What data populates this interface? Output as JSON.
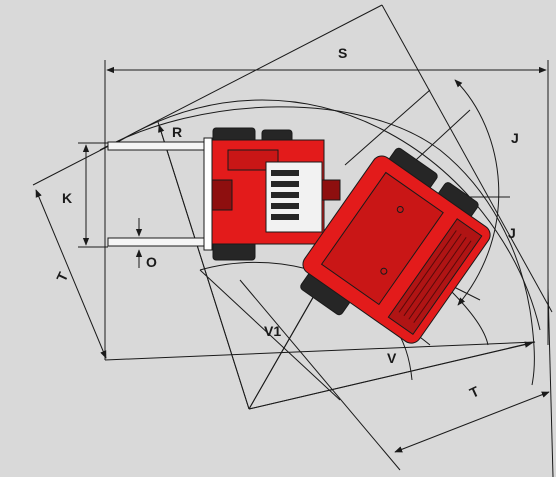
{
  "colors": {
    "background": "#d9d9d9",
    "line": "#1a1a1a",
    "machine_red": "#e31b1b",
    "machine_dark": "#8e0f0f",
    "tyre": "#262626",
    "cab_glass": "#f2f2f2"
  },
  "labels": {
    "S": "S",
    "J_upper": "J",
    "J_lower": "J",
    "R": "R",
    "K": "K",
    "O": "O",
    "T_left": "T",
    "T_bottom": "T",
    "V1": "V1",
    "V": "V"
  },
  "icons": {
    "machine": "articulated-telehandler-top-view",
    "forks": "pallet-forks"
  }
}
